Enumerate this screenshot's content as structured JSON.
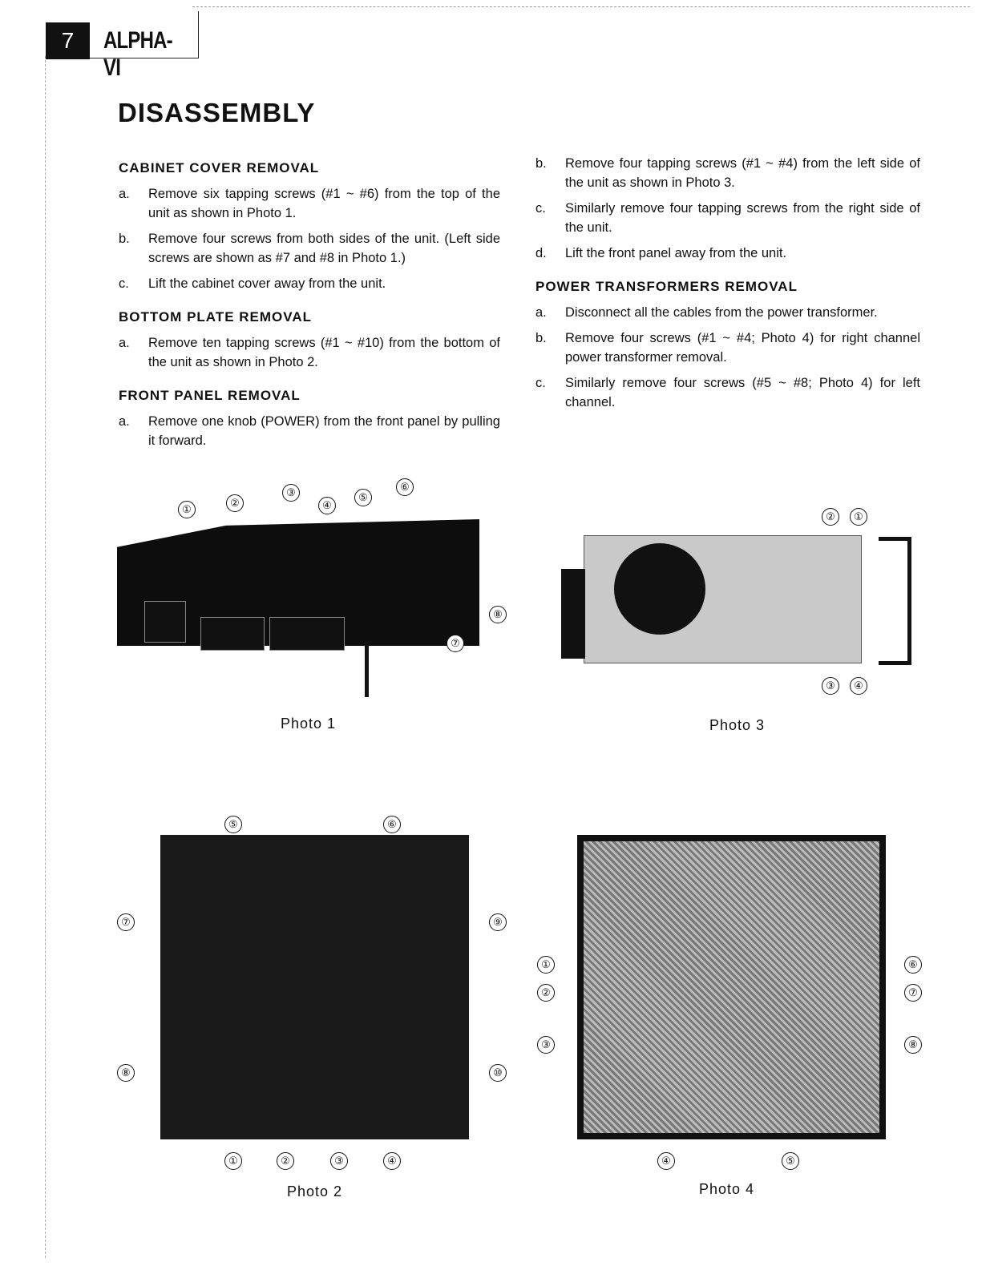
{
  "header": {
    "page_number": "7",
    "model": "ALPHA-VI"
  },
  "title": "DISASSEMBLY",
  "left": [
    {
      "heading": "CABINET COVER REMOVAL",
      "items": [
        {
          "l": "a.",
          "t": "Remove six tapping screws (#1 ~ #6) from the top of the unit as shown in Photo 1."
        },
        {
          "l": "b.",
          "t": "Remove four screws from both sides of the unit. (Left side screws are shown as #7 and #8 in Photo 1.)"
        },
        {
          "l": "c.",
          "t": "Lift the cabinet cover away from the unit."
        }
      ]
    },
    {
      "heading": "BOTTOM PLATE REMOVAL",
      "items": [
        {
          "l": "a.",
          "t": "Remove ten tapping screws (#1 ~ #10) from the bottom of the unit as shown in Photo 2."
        }
      ]
    },
    {
      "heading": "FRONT PANEL REMOVAL",
      "items": [
        {
          "l": "a.",
          "t": "Remove one knob (POWER) from the front panel by pulling it forward."
        }
      ]
    }
  ],
  "right": [
    {
      "heading": "",
      "items": [
        {
          "l": "b.",
          "t": "Remove four tapping screws (#1 ~ #4) from the left side of the unit as shown in Photo 3."
        },
        {
          "l": "c.",
          "t": "Similarly remove four tapping screws from the right side of the unit."
        },
        {
          "l": "d.",
          "t": "Lift the front panel away from the unit."
        }
      ]
    },
    {
      "heading": "POWER TRANSFORMERS REMOVAL",
      "items": [
        {
          "l": "a.",
          "t": "Disconnect all the cables from the power transformer."
        },
        {
          "l": "b.",
          "t": "Remove four screws (#1 ~ #4; Photo 4) for right channel power transformer removal."
        },
        {
          "l": "c.",
          "t": "Similarly remove four screws (#5 ~ #8; Photo 4) for left channel."
        }
      ]
    }
  ],
  "photos": {
    "p1": {
      "caption": "Photo 1",
      "callouts": [
        "①",
        "②",
        "③",
        "④",
        "⑤",
        "⑥",
        "⑦",
        "⑧"
      ]
    },
    "p3": {
      "caption": "Photo 3",
      "callouts": [
        "①",
        "②",
        "③",
        "④"
      ]
    },
    "p2": {
      "caption": "Photo 2",
      "callouts": [
        "①",
        "②",
        "③",
        "④",
        "⑤",
        "⑥",
        "⑦",
        "⑧",
        "⑨",
        "⑩"
      ]
    },
    "p4": {
      "caption": "Photo 4",
      "callouts": [
        "①",
        "②",
        "③",
        "④",
        "⑤",
        "⑥",
        "⑦",
        "⑧"
      ]
    }
  }
}
